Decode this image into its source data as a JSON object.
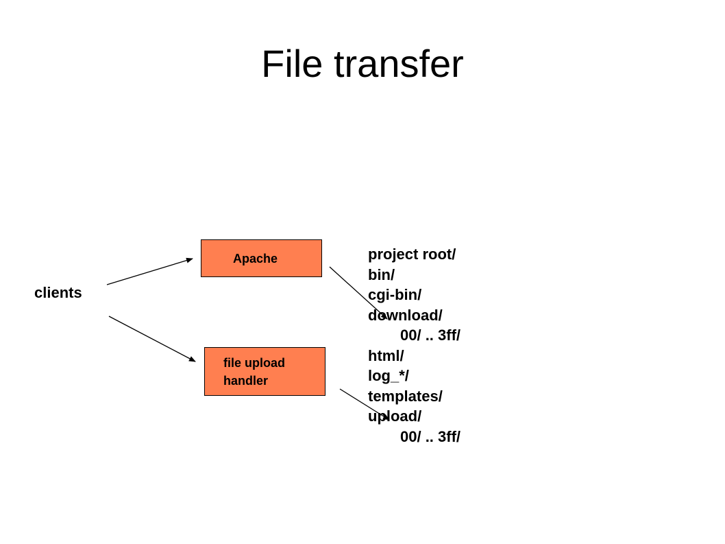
{
  "title": "File transfer",
  "diagram": {
    "clients_label": "clients",
    "apache_label": "Apache",
    "upload_handler_label": "file upload\nhandler",
    "directory_tree": [
      {
        "text": "project root/",
        "indent": false
      },
      {
        "text": "bin/",
        "indent": false
      },
      {
        "text": "cgi-bin/",
        "indent": false
      },
      {
        "text": "download/",
        "indent": false
      },
      {
        "text": "00/ .. 3ff/",
        "indent": true
      },
      {
        "text": "html/",
        "indent": false
      },
      {
        "text": "log_*/",
        "indent": false
      },
      {
        "text": "templates/",
        "indent": false
      },
      {
        "text": "upload/",
        "indent": false
      },
      {
        "text": "00/ .. 3ff/",
        "indent": true
      }
    ],
    "colors": {
      "box_fill": "#ff7f50",
      "line": "#000000"
    }
  }
}
